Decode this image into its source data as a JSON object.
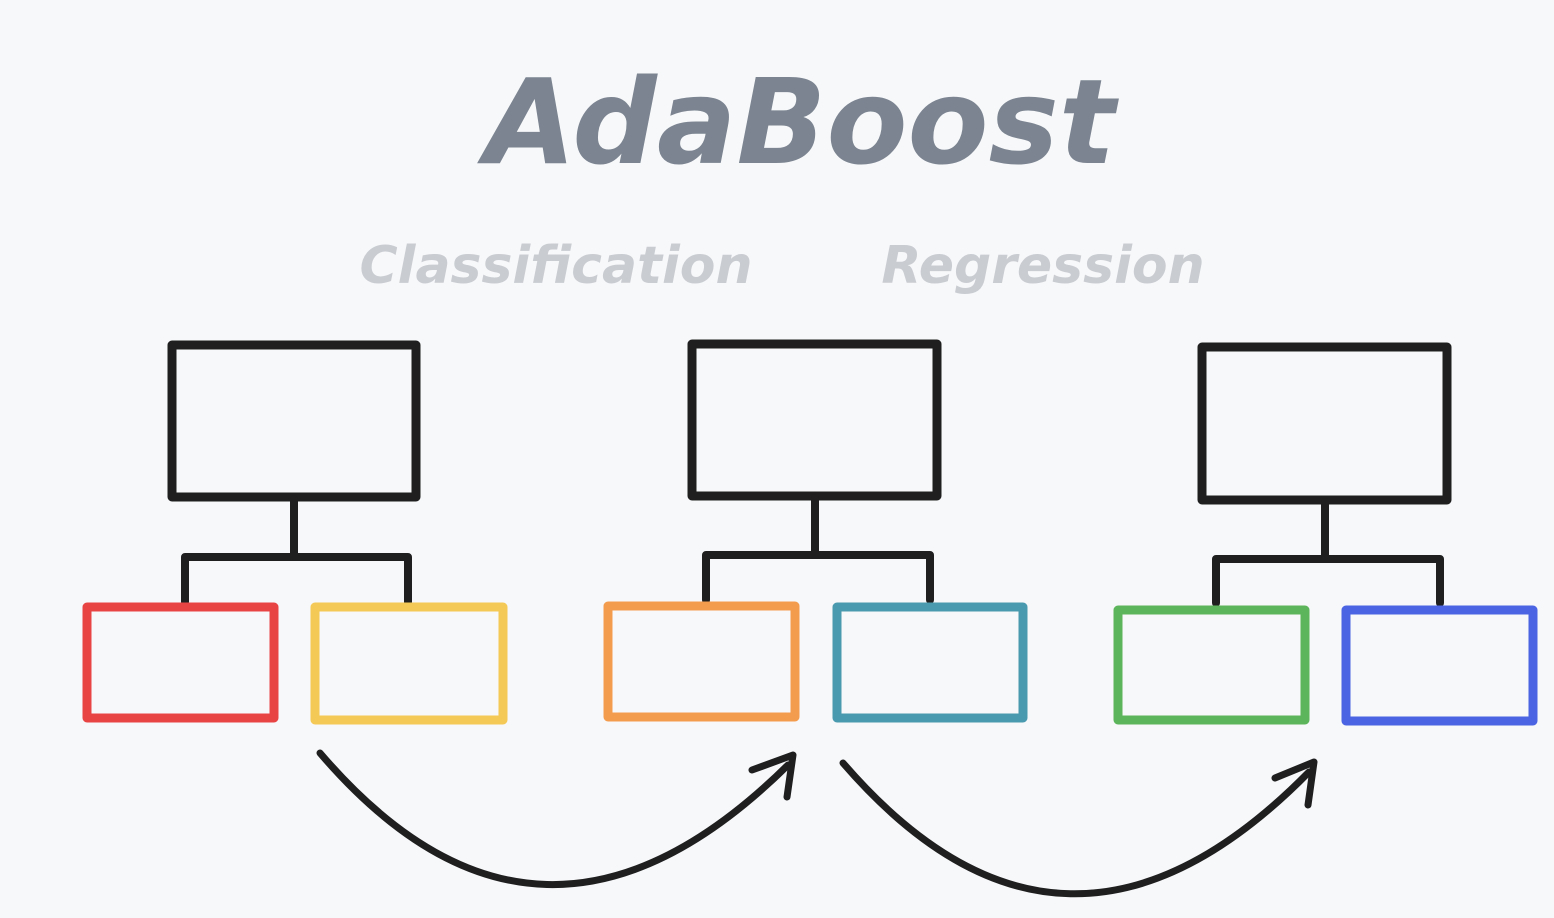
{
  "title": "AdaBoost",
  "labels": {
    "classification": "Classification",
    "regression": "Regression"
  },
  "colors": {
    "tree1_left_leaf": "#e84444",
    "tree1_right_leaf": "#f5c956",
    "tree2_left_leaf": "#f39c4e",
    "tree2_right_leaf": "#4a9aaf",
    "tree3_left_leaf": "#5cb55b",
    "tree3_right_leaf": "#4a64e3"
  }
}
